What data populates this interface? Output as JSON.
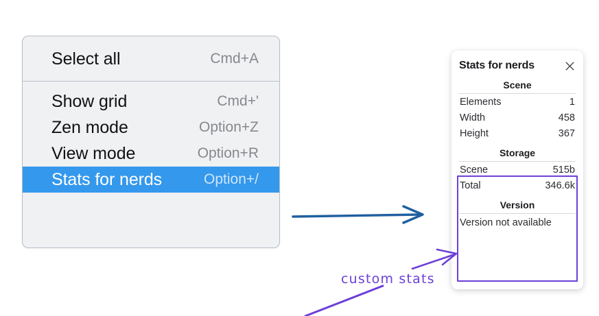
{
  "context_menu": {
    "groups": [
      {
        "items": [
          {
            "label": "Select all",
            "shortcut": "Cmd+A",
            "selected": false
          }
        ]
      },
      {
        "items": [
          {
            "label": "Show grid",
            "shortcut": "Cmd+'",
            "selected": false
          },
          {
            "label": "Zen mode",
            "shortcut": "Option+Z",
            "selected": false
          },
          {
            "label": "View mode",
            "shortcut": "Option+R",
            "selected": false
          },
          {
            "label": "Stats for nerds",
            "shortcut": "Option+/",
            "selected": true
          }
        ]
      }
    ],
    "highlight_color": "#3498ec",
    "background_color": "#f0f1f3"
  },
  "stats_panel": {
    "title": "Stats for nerds",
    "close_icon": "close-icon",
    "sections": [
      {
        "name": "Scene",
        "rows": [
          {
            "key": "Elements",
            "value": "1"
          },
          {
            "key": "Width",
            "value": "458"
          },
          {
            "key": "Height",
            "value": "367"
          }
        ]
      },
      {
        "name": "Storage",
        "rows": [
          {
            "key": "Scene",
            "value": "515b"
          },
          {
            "key": "Total",
            "value": "346.6k"
          }
        ]
      },
      {
        "name": "Version",
        "note": "Version not available",
        "rows": []
      }
    ]
  },
  "annotations": {
    "handwritten_label": "custom stats",
    "blue_arrow_color": "#1f5fa0",
    "purple_color": "#6c3fd8"
  }
}
